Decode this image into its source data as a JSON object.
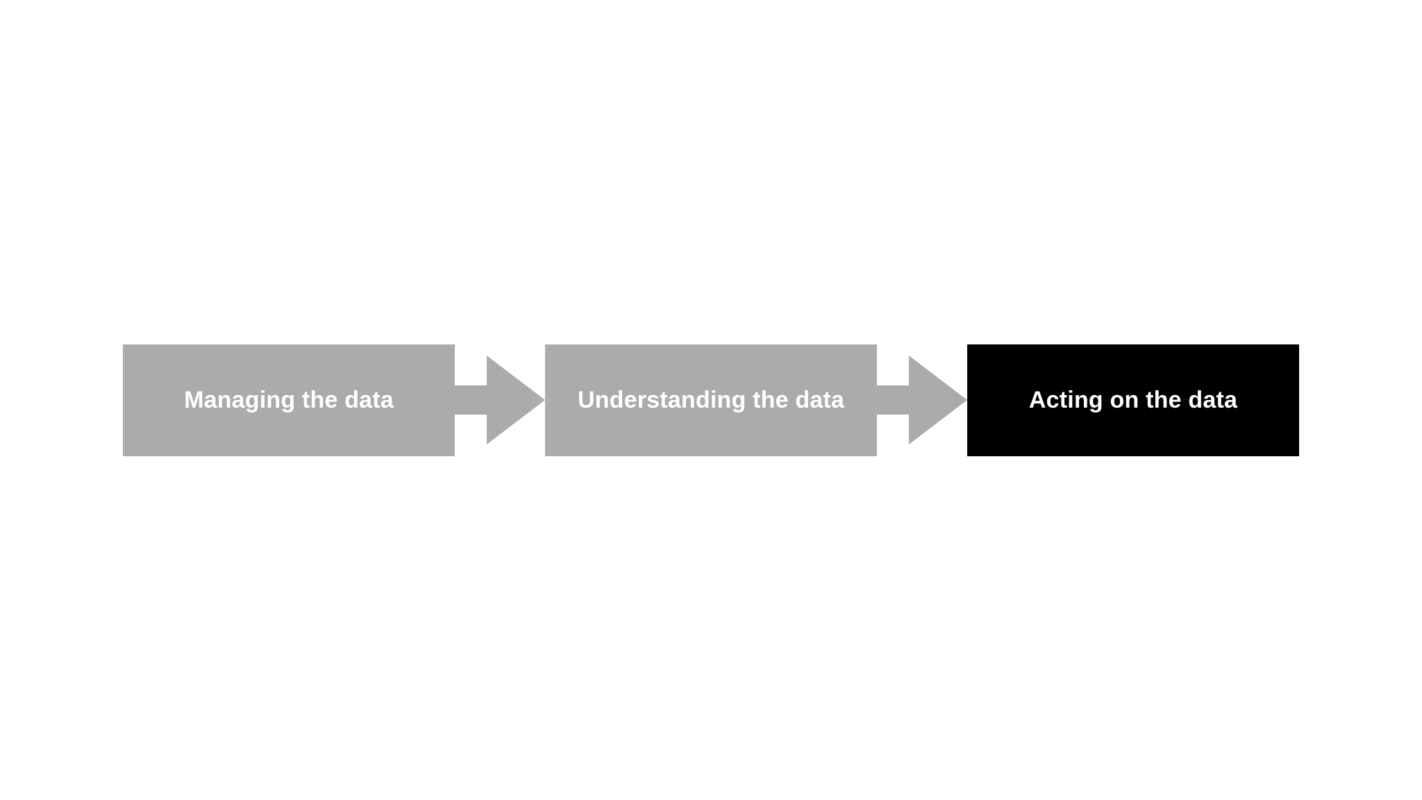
{
  "diagram": {
    "type": "process-flow",
    "background_color": "#ffffff",
    "text_color": "#ffffff",
    "arrow_color": "#ababab",
    "steps": [
      {
        "label": "Managing the data",
        "bg": "#ababab"
      },
      {
        "label": "Understanding the data",
        "bg": "#ababab"
      },
      {
        "label": "Acting on the data",
        "bg": "#000000"
      }
    ]
  }
}
